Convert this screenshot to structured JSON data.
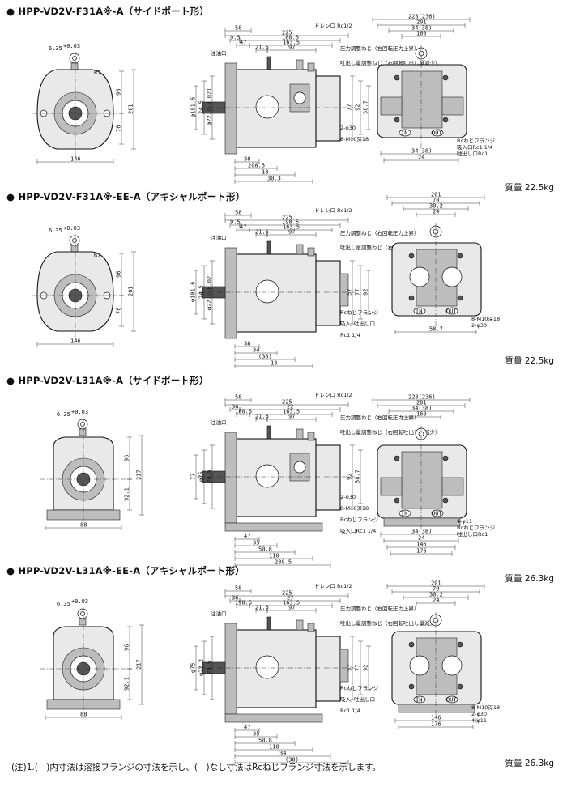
{
  "sections": [
    {
      "title": "● HPP-VD2V-F31A※-A（サイドポート形）",
      "weight": "質量 22.5kg",
      "front": {
        "top": "6.35",
        "tol": "+0.03\n0",
        "r": "R7",
        "w": "146",
        "h1": "96",
        "h2": "201",
        "h3": "76"
      },
      "side": {
        "d": [
          "58",
          "225",
          "9.5",
          "180.5",
          "47",
          "163.5",
          "21.5",
          "97",
          "38",
          "208.5",
          "13",
          "30.3"
        ],
        "v": [
          "φ22.2-0.021",
          "24.5",
          "φ101.6",
          "77",
          "92",
          "58.7"
        ],
        "labels": [
          "注油口",
          "ドレン口 Rc1/2",
          "圧力調整ねじ（右回転圧力上昇）",
          "吐出し量調整ねじ（右回転吐出し量減少）",
          "2-φ30",
          "8-M10深18"
        ]
      },
      "end": {
        "d": [
          "228(236)",
          "201",
          "34(38)",
          "160",
          "34(38)",
          "24"
        ],
        "labels": [
          "Rcねじフランジ",
          "吸入口Rc1 1/4",
          "吐出し口Rc1"
        ],
        "ports": [
          "IN",
          "OUT"
        ]
      }
    },
    {
      "title": "● HPP-VD2V-F31A※-EE-A（アキシャルポート形）",
      "weight": "質量 22.5kg",
      "front": {
        "top": "6.35",
        "tol": "+0.03\n0",
        "r": "R7",
        "w": "146",
        "h1": "96",
        "h2": "201",
        "h3": "76"
      },
      "side": {
        "d": [
          "58",
          "225",
          "9.5",
          "198.5",
          "47",
          "163.5",
          "21.5",
          "97",
          "38",
          "34",
          "(38)",
          "13"
        ],
        "v": [
          "φ22.2-0.021",
          "24.5",
          "φ101.6",
          "57",
          "77",
          "92"
        ],
        "labels": [
          "注油口",
          "ドレン口 Rc1/2",
          "圧力調整ねじ（右回転圧力上昇）",
          "吐出し量調整ねじ（右回転吐出し量減少）",
          "Rcねじフランジ",
          "吸入, 吐出し口",
          "Rc1 1/4"
        ]
      },
      "end": {
        "d": [
          "201",
          "70",
          "30.2",
          "24",
          "58.7"
        ],
        "labels": [
          "8-M10深18",
          "2-φ30"
        ],
        "ports": [
          "IN",
          "OUT"
        ]
      }
    },
    {
      "title": "● HPP-VD2V-L31A※-A（サイドポート形）",
      "weight": "質量 26.3kg",
      "front": {
        "top": "6.35",
        "tol": "+0.03\n0",
        "w": "88",
        "h1": "96",
        "h2": "217",
        "h3": "92.1"
      },
      "side": {
        "d": [
          "58",
          "225",
          "36",
          "22",
          "180.5",
          "163.5",
          "21.5",
          "97",
          "47",
          "35",
          "50.8",
          "110",
          "230.5"
        ],
        "v": [
          "24.5",
          "φ75",
          "77",
          "92",
          "58.7"
        ],
        "labels": [
          "注油口",
          "ドレン口 Rc1/2",
          "圧力調整ねじ（右回転圧力上昇）",
          "吐出し量調整ねじ（右回転吐出し量減少）",
          "2-φ30",
          "8-M10深18",
          "Rcねじフランジ",
          "吸入口Rc1 1/4"
        ]
      },
      "end": {
        "d": [
          "228(236)",
          "201",
          "34(38)",
          "160",
          "34(38)",
          "24",
          "146",
          "176"
        ],
        "labels": [
          "4-φ11",
          "Rcねじフランジ",
          "吐出し口Rc1"
        ],
        "ports": [
          "IN",
          "OUT"
        ]
      }
    },
    {
      "title": "● HPP-VD2V-L31A※-EE-A（アキシャルポート形）",
      "weight": "質量 26.3kg",
      "front": {
        "top": "6.35",
        "tol": "+0.03\n0",
        "w": "88",
        "h1": "96",
        "h2": "217",
        "h3": "92.1"
      },
      "side": {
        "d": [
          "58",
          "225",
          "36",
          "27",
          "198.5",
          "163.5",
          "21.5",
          "97",
          "47",
          "35",
          "50.8",
          "110",
          "34",
          "(38)"
        ],
        "v": [
          "24.5",
          "φ22.2",
          "φ75",
          "57",
          "77",
          "92"
        ],
        "labels": [
          "注油口",
          "ドレン口 Rc1/2",
          "圧力調整ねじ（右回転圧力上昇）",
          "吐出し量調整ねじ（右回転吐出し量減少）",
          "Rcねじフランジ",
          "吸入, 吐出し口",
          "Rc1 1/4"
        ]
      },
      "end": {
        "d": [
          "201",
          "70",
          "30.2",
          "24",
          "146",
          "176"
        ],
        "labels": [
          "8-M10深18",
          "2-φ30",
          "4-φ11"
        ],
        "ports": [
          "IN",
          "OUT"
        ]
      }
    }
  ],
  "note": "(注)1.(　)内寸法は溶接フランジの寸法を示し、(　)なし寸法はRcねじフランジ寸法を示します。"
}
